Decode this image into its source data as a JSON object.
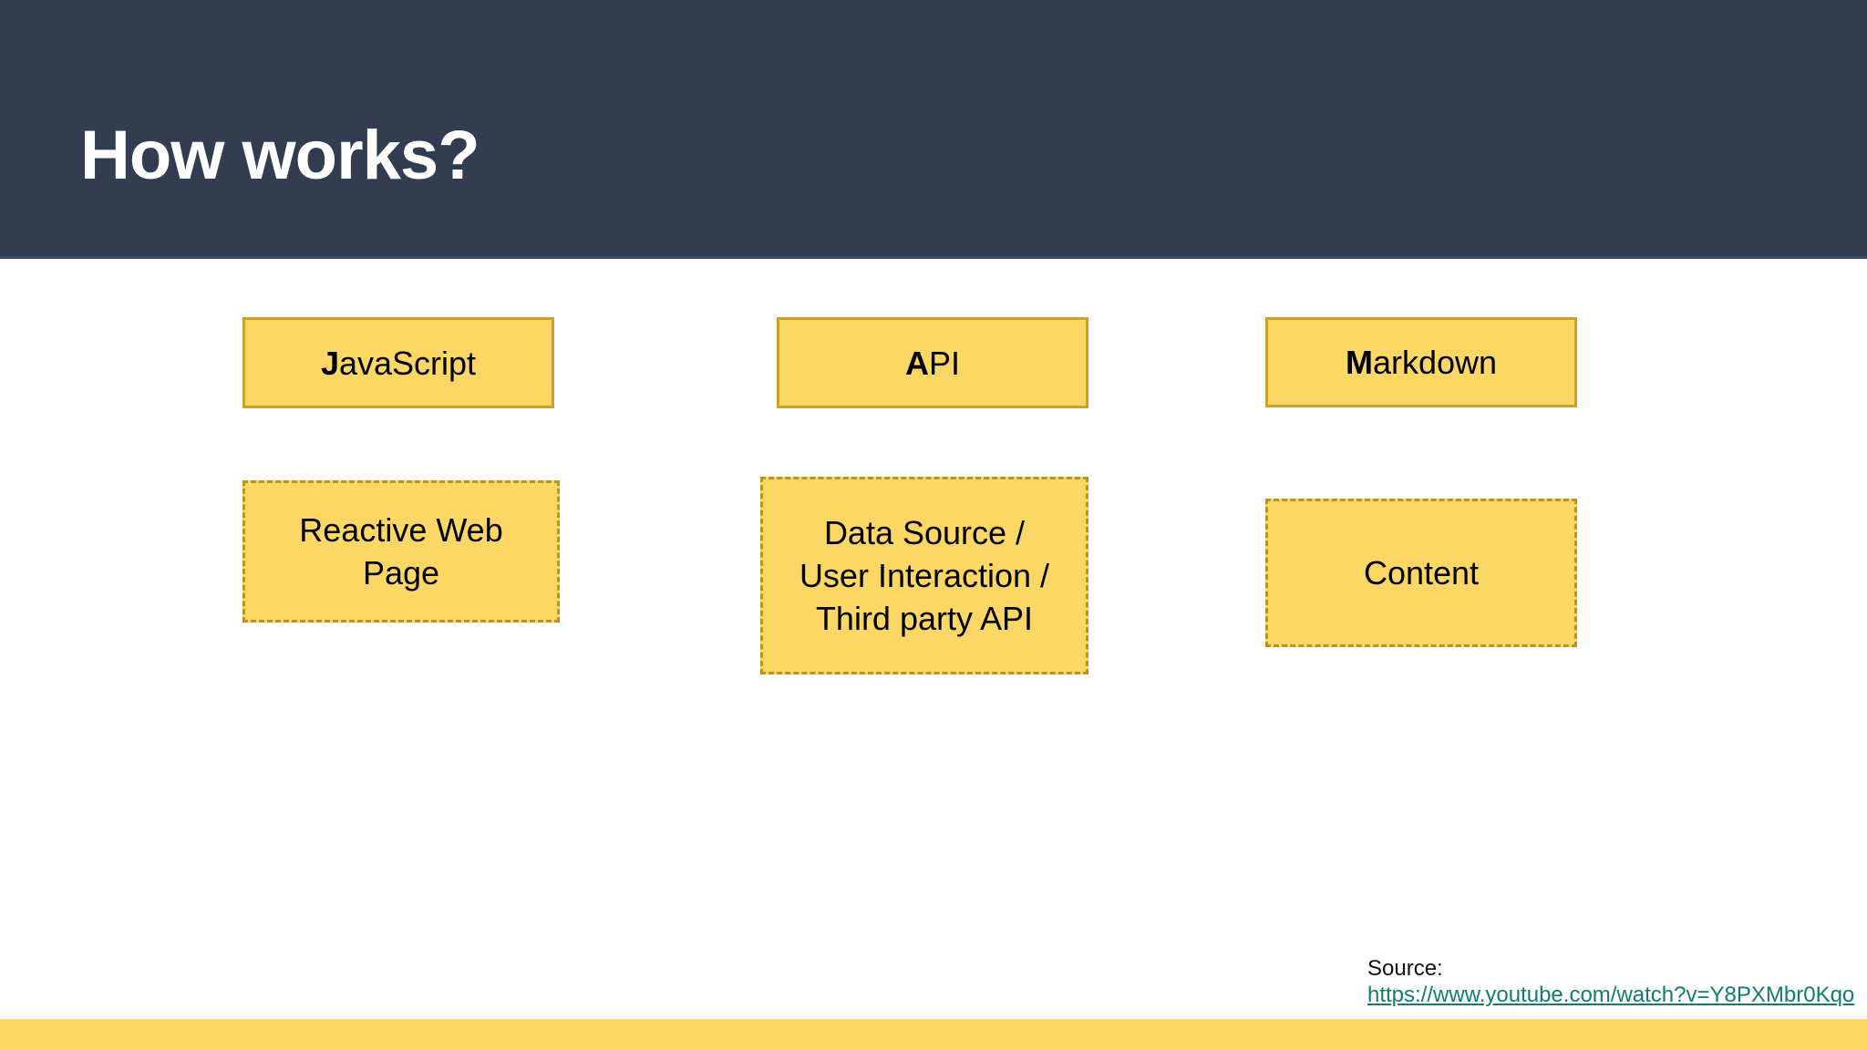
{
  "slide": {
    "title": "How works?",
    "theme": {
      "header_bg": "#323D52",
      "title_color": "#FFFFFF",
      "box_fill": "#FCD765",
      "box_border_solid": "#C9A227",
      "box_border_dashed": "#B8941F",
      "accent_bar": "#FCD765",
      "link_color": "#127D6E",
      "body_bg": "#FFFFFF"
    }
  },
  "columns": [
    {
      "head": {
        "first": "J",
        "rest": "avaScript",
        "full": "JavaScript",
        "border": "solid"
      },
      "detail": {
        "text": "Reactive Web Page",
        "lines": [
          "Reactive Web",
          "Page"
        ],
        "border": "dashed"
      }
    },
    {
      "head": {
        "first": "A",
        "rest": "PI",
        "full": "API",
        "border": "solid"
      },
      "detail": {
        "text": "Data Source / User Interaction / Third party API",
        "lines": [
          "Data Source /",
          "User Interaction /",
          "Third party API"
        ],
        "border": "dashed"
      }
    },
    {
      "head": {
        "first": "M",
        "rest": "arkdown",
        "full": "Markdown",
        "border": "solid"
      },
      "detail": {
        "text": "Content",
        "lines": [
          "Content"
        ],
        "border": "dashed"
      }
    }
  ],
  "source": {
    "label": "Source:",
    "url": "https://www.youtube.com/watch?v=Y8PXMbr0Kqo"
  }
}
